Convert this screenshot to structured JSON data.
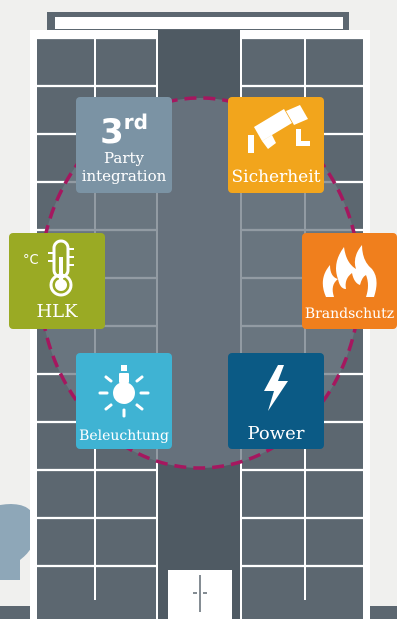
{
  "colors": {
    "building": "#5c6770",
    "building_dark": "#4f5a63",
    "frame": "#ffffff",
    "circle_fill": "#6e7a84",
    "circle_stroke": "#a5175f",
    "third_party": "#7b93a4",
    "sicherheit": "#f2a51c",
    "hlk": "#9aaa24",
    "brandschutz": "#f07f1d",
    "beleuchtung": "#3fb3d3",
    "power": "#0b5a85",
    "person": "#8ea7b8"
  },
  "tiles": {
    "third_party": {
      "big": "3",
      "sup": "rd",
      "line1": "Party",
      "line2": "integration",
      "icon": "third-party-icon"
    },
    "sicherheit": {
      "label": "Sicherheit",
      "icon": "camera-icon"
    },
    "hlk": {
      "label": "HLK",
      "unit": "°C",
      "icon": "thermometer-icon"
    },
    "brandschutz": {
      "label": "Brandschutz",
      "icon": "flame-icon"
    },
    "beleuchtung": {
      "label": "Beleuchtung",
      "icon": "lightbulb-icon"
    },
    "power": {
      "label": "Power",
      "icon": "lightning-bolt-icon"
    }
  },
  "door": {
    "icon": "door-icon"
  }
}
